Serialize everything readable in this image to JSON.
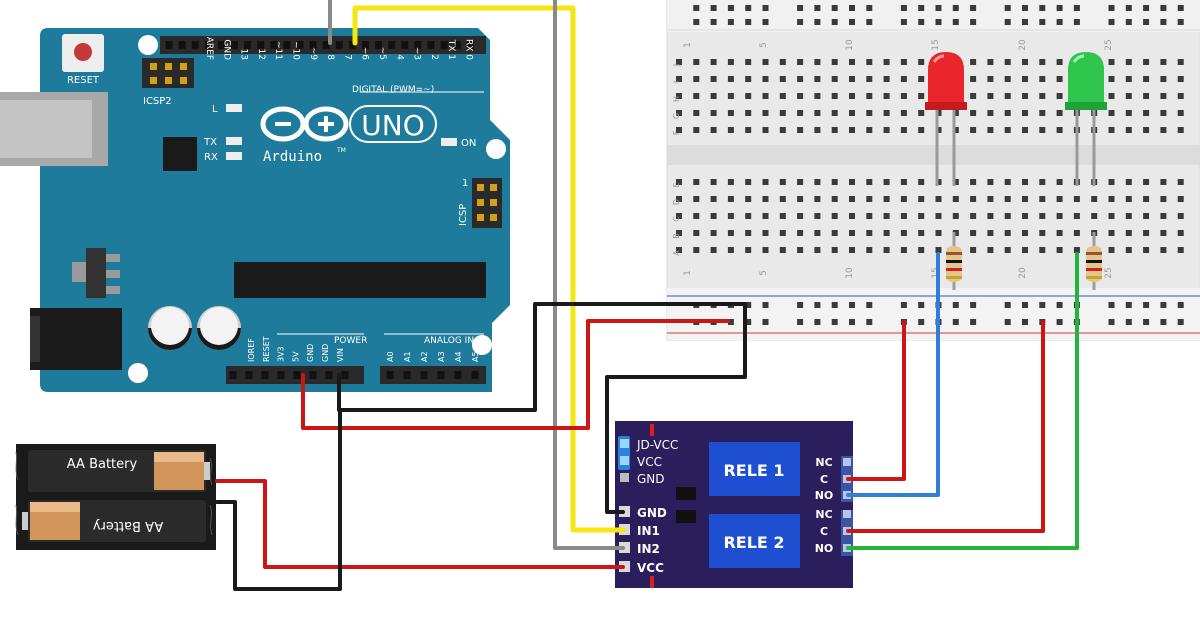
{
  "arduino": {
    "brand": "Arduino",
    "trademark": "TM",
    "model": "UNO",
    "reset_label": "RESET",
    "icsp2_label": "ICSP2",
    "icsp_label": "ICSP",
    "icsp_pin1": "1",
    "led_l": "L",
    "led_tx": "TX",
    "led_rx": "RX",
    "led_on": "ON",
    "digital_header": "DIGITAL (PWM=~)",
    "digital_pins": [
      "AREF",
      "GND",
      "13",
      "12",
      "~11",
      "~10",
      "~9",
      "8",
      "7",
      "~6",
      "~5",
      "4",
      "~3",
      "2",
      "TX 1",
      "RX 0"
    ],
    "power_header": "POWER",
    "power_pins": [
      "IOREF",
      "RESET",
      "3V3",
      "5V",
      "GND",
      "GND",
      "VIN"
    ],
    "analog_header": "ANALOG IN",
    "analog_pins": [
      "A0",
      "A1",
      "A2",
      "A3",
      "A4",
      "A5"
    ]
  },
  "battery": {
    "cells": [
      "AA Battery",
      "AA Battery"
    ]
  },
  "relay": {
    "jumper_labels": [
      "JD-VCC",
      "VCC",
      "GND"
    ],
    "input_labels": [
      "GND",
      "IN1",
      "IN2",
      "VCC"
    ],
    "relays": [
      "RELE 1",
      "RELE 2"
    ],
    "contacts": [
      "NC",
      "C",
      "NO",
      "NC",
      "C",
      "NO"
    ]
  },
  "breadboard": {
    "column_numbers": [
      "1",
      "5",
      "10",
      "15",
      "20",
      "25"
    ],
    "rows_top": [
      "J",
      "I",
      "H",
      "G",
      "F"
    ],
    "rows_bottom": [
      "E",
      "D",
      "C",
      "B",
      "A"
    ]
  },
  "leds": [
    {
      "name": "red-led",
      "color": "#e8262b"
    },
    {
      "name": "green-led",
      "color": "#2fc44b"
    }
  ],
  "colors": {
    "board": "#1e7a9a",
    "relay_board": "#2b1e5c",
    "relay_block": "#1f4fd1",
    "wire_red": "#cc1515",
    "wire_black": "#1a1a1a",
    "wire_yellow": "#f5e60f",
    "wire_gray": "#888888",
    "wire_blue": "#2f7fd6",
    "wire_green": "#22b53a"
  }
}
